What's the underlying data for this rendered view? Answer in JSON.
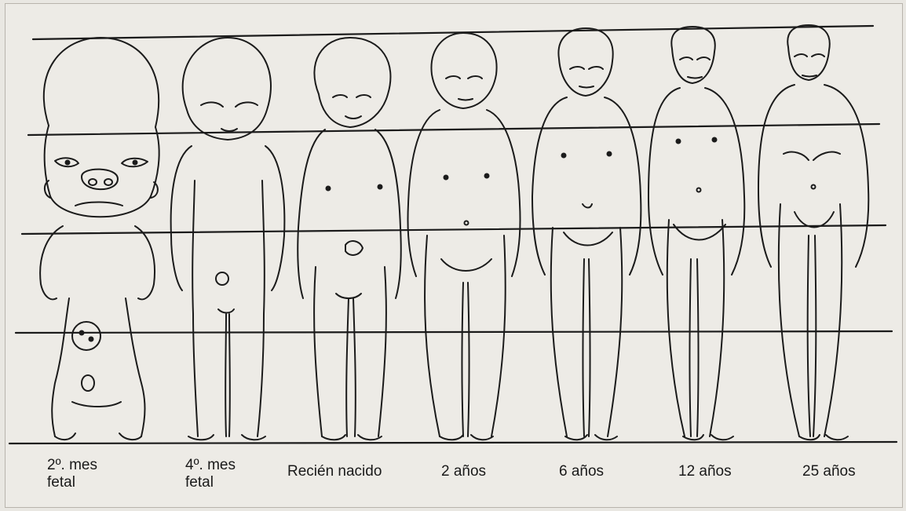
{
  "figure": {
    "labels": [
      {
        "line1": "2º. mes",
        "line2": "fetal"
      },
      {
        "line1": "4º. mes",
        "line2": "fetal"
      },
      {
        "line1": "Recién nacido",
        "line2": ""
      },
      {
        "line1": "2 años",
        "line2": ""
      },
      {
        "line1": "6 años",
        "line2": ""
      },
      {
        "line1": "12 años",
        "line2": ""
      },
      {
        "line1": "25 años",
        "line2": ""
      }
    ],
    "reference_line_count": 5,
    "figure_count": 7
  }
}
